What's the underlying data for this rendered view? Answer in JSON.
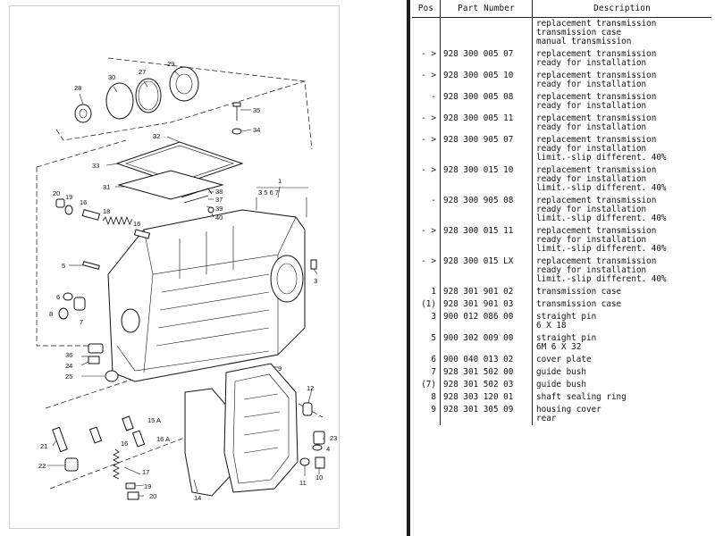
{
  "table": {
    "headers": {
      "pos": "Pos",
      "part": "Part Number",
      "desc": "Description"
    },
    "rows": [
      {
        "pos": "",
        "part": "",
        "desc": "replacement transmission\ntransmission case\nmanual transmission"
      },
      {
        "pos": "- >",
        "part": "928 300 005 07",
        "desc": "replacement transmission\nready for installation"
      },
      {
        "pos": "- >",
        "part": "928 300 005 10",
        "desc": "replacement transmission\nready for installation"
      },
      {
        "pos": "-",
        "part": "928 300 005 08",
        "desc": "replacement transmission\nready for installation"
      },
      {
        "pos": "- >",
        "part": "928 300 005 11",
        "desc": "replacement transmission\nready for installation"
      },
      {
        "pos": "- >",
        "part": "928 300 905 07",
        "desc": "replacement transmission\nready for installation\nlimit.-slip different. 40%"
      },
      {
        "pos": "- >",
        "part": "928 300 015 10",
        "desc": "replacement transmission\nready for installation\nlimit.-slip different. 40%"
      },
      {
        "pos": "-",
        "part": "928 300 905 08",
        "desc": "replacement transmission\nready for installation\nlimit.-slip different. 40%"
      },
      {
        "pos": "- >",
        "part": "928 300 015 11",
        "desc": "replacement transmission\nready for installation\nlimit.-slip different. 40%"
      },
      {
        "pos": "- >",
        "part": "928 300 015 LX",
        "desc": "replacement transmission\nready for installation\nlimit.-slip different. 40%"
      },
      {
        "pos": "1",
        "part": "928 301 901 02",
        "desc": "transmission case"
      },
      {
        "pos": "(1)",
        "part": "928 301 901 03",
        "desc": "transmission case"
      },
      {
        "pos": "3",
        "part": "900 012 086 00",
        "desc": "straight pin\n6 X 18"
      },
      {
        "pos": "5",
        "part": "900 302 009 00",
        "desc": "straight pin\n6M 6 X 32"
      },
      {
        "pos": "6",
        "part": "900 040 013 02",
        "desc": "cover plate"
      },
      {
        "pos": "7",
        "part": "928 301 502 00",
        "desc": "guide bush"
      },
      {
        "pos": "(7)",
        "part": "928 301 502 03",
        "desc": "guide bush"
      },
      {
        "pos": "8",
        "part": "928 303 120 01",
        "desc": "shaft sealing ring"
      },
      {
        "pos": "9",
        "part": "928 301 305 09",
        "desc": "housing cover\nrear"
      }
    ]
  },
  "diagram": {
    "callouts": {
      "c28": "28",
      "c30": "30",
      "c27": "27",
      "c29": "29",
      "c35": "35",
      "c34": "34",
      "c32": "32",
      "c33": "33",
      "c31": "31",
      "c38": "38",
      "c37": "37",
      "c39": "39",
      "c40": "40",
      "c1": "1",
      "c1sub": "3 5  6 7",
      "c20a": "20",
      "c19a": "19",
      "c16a": "16",
      "c18": "18",
      "c16b": "16",
      "c5": "5",
      "c6": "6",
      "c7": "7",
      "c8": "8",
      "c3": "3",
      "c36": "36",
      "c24": "24",
      "c25": "25",
      "c9": "9",
      "c12": "12",
      "c15A": "15 A",
      "c16c": "16",
      "c16A": "16 A",
      "c21": "21",
      "c22": "22",
      "c17": "17",
      "c19b": "19",
      "c20b": "20",
      "c23": "23",
      "c4": "4",
      "c10": "10",
      "c11": "11",
      "c14": "14"
    }
  }
}
